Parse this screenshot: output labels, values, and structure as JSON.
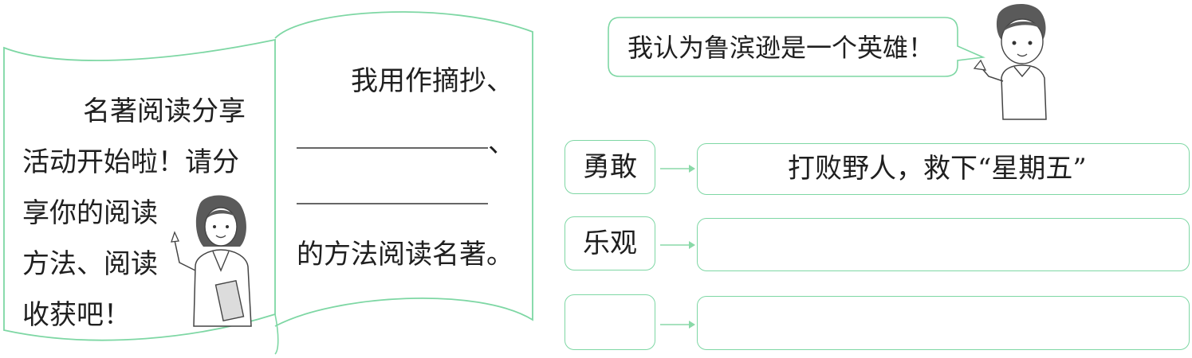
{
  "scroll": {
    "left_lines": [
      "名著阅读分享",
      "活动开始啦！请分",
      "享你的阅读",
      "方法、阅读",
      "收获吧！"
    ],
    "right_line1": "我用作摘抄、",
    "right_comma": "、",
    "right_last": "的方法阅读名著。"
  },
  "speech": {
    "text": "我认为鲁滨逊是一个英雄！"
  },
  "rows": [
    {
      "trait": "勇敢",
      "evidence": "打败野人，救下“星期五”"
    },
    {
      "trait": "乐观",
      "evidence": ""
    },
    {
      "trait": "",
      "evidence": ""
    }
  ],
  "colors": {
    "accent_green": "#7ed7a4",
    "arrow_green": "#8ad9a8",
    "line": "#333333"
  },
  "icons": [
    "teacher-figure",
    "boy-figure",
    "arrow-right-icon"
  ]
}
